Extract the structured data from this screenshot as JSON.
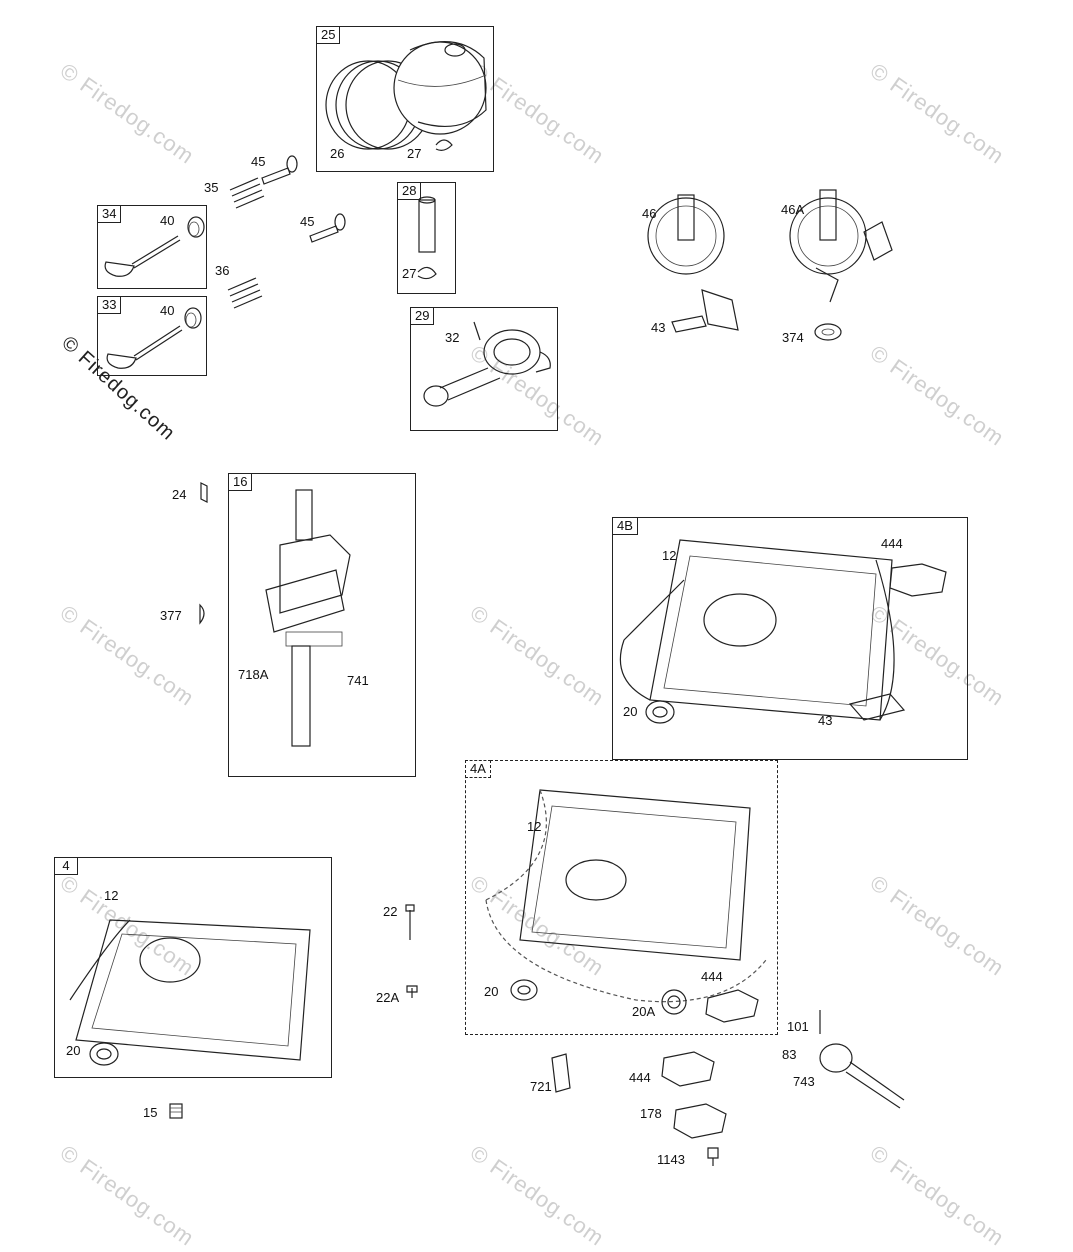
{
  "watermark": {
    "text": "© Firedog.com"
  },
  "groups": [
    {
      "id": "25",
      "label": "25"
    },
    {
      "id": "28",
      "label": "28"
    },
    {
      "id": "34",
      "label": "34"
    },
    {
      "id": "33",
      "label": "33"
    },
    {
      "id": "29",
      "label": "29"
    },
    {
      "id": "16",
      "label": "16"
    },
    {
      "id": "4B",
      "label": "4B"
    },
    {
      "id": "4A",
      "label": "4A"
    },
    {
      "id": "4",
      "label": "4"
    }
  ],
  "callouts": {
    "c26": "26",
    "c27a": "27",
    "c27b": "27",
    "c45a": "45",
    "c45b": "45",
    "c35": "35",
    "c36": "36",
    "c40a": "40",
    "c40b": "40",
    "c32": "32",
    "c46": "46",
    "c46A": "46A",
    "c43a": "43",
    "c374": "374",
    "c24": "24",
    "c377": "377",
    "c718A": "718A",
    "c741": "741",
    "c12a": "12",
    "c444a": "444",
    "c20a": "20",
    "c43b": "43",
    "c12b": "12",
    "c20b": "20",
    "c20A": "20A",
    "c444b": "444",
    "c12c": "12",
    "c20c": "20",
    "c15": "15",
    "c22": "22",
    "c22A": "22A",
    "c101": "101",
    "c83": "83",
    "c743": "743",
    "c721": "721",
    "c444c": "444",
    "c178": "178",
    "c1143": "1143"
  }
}
